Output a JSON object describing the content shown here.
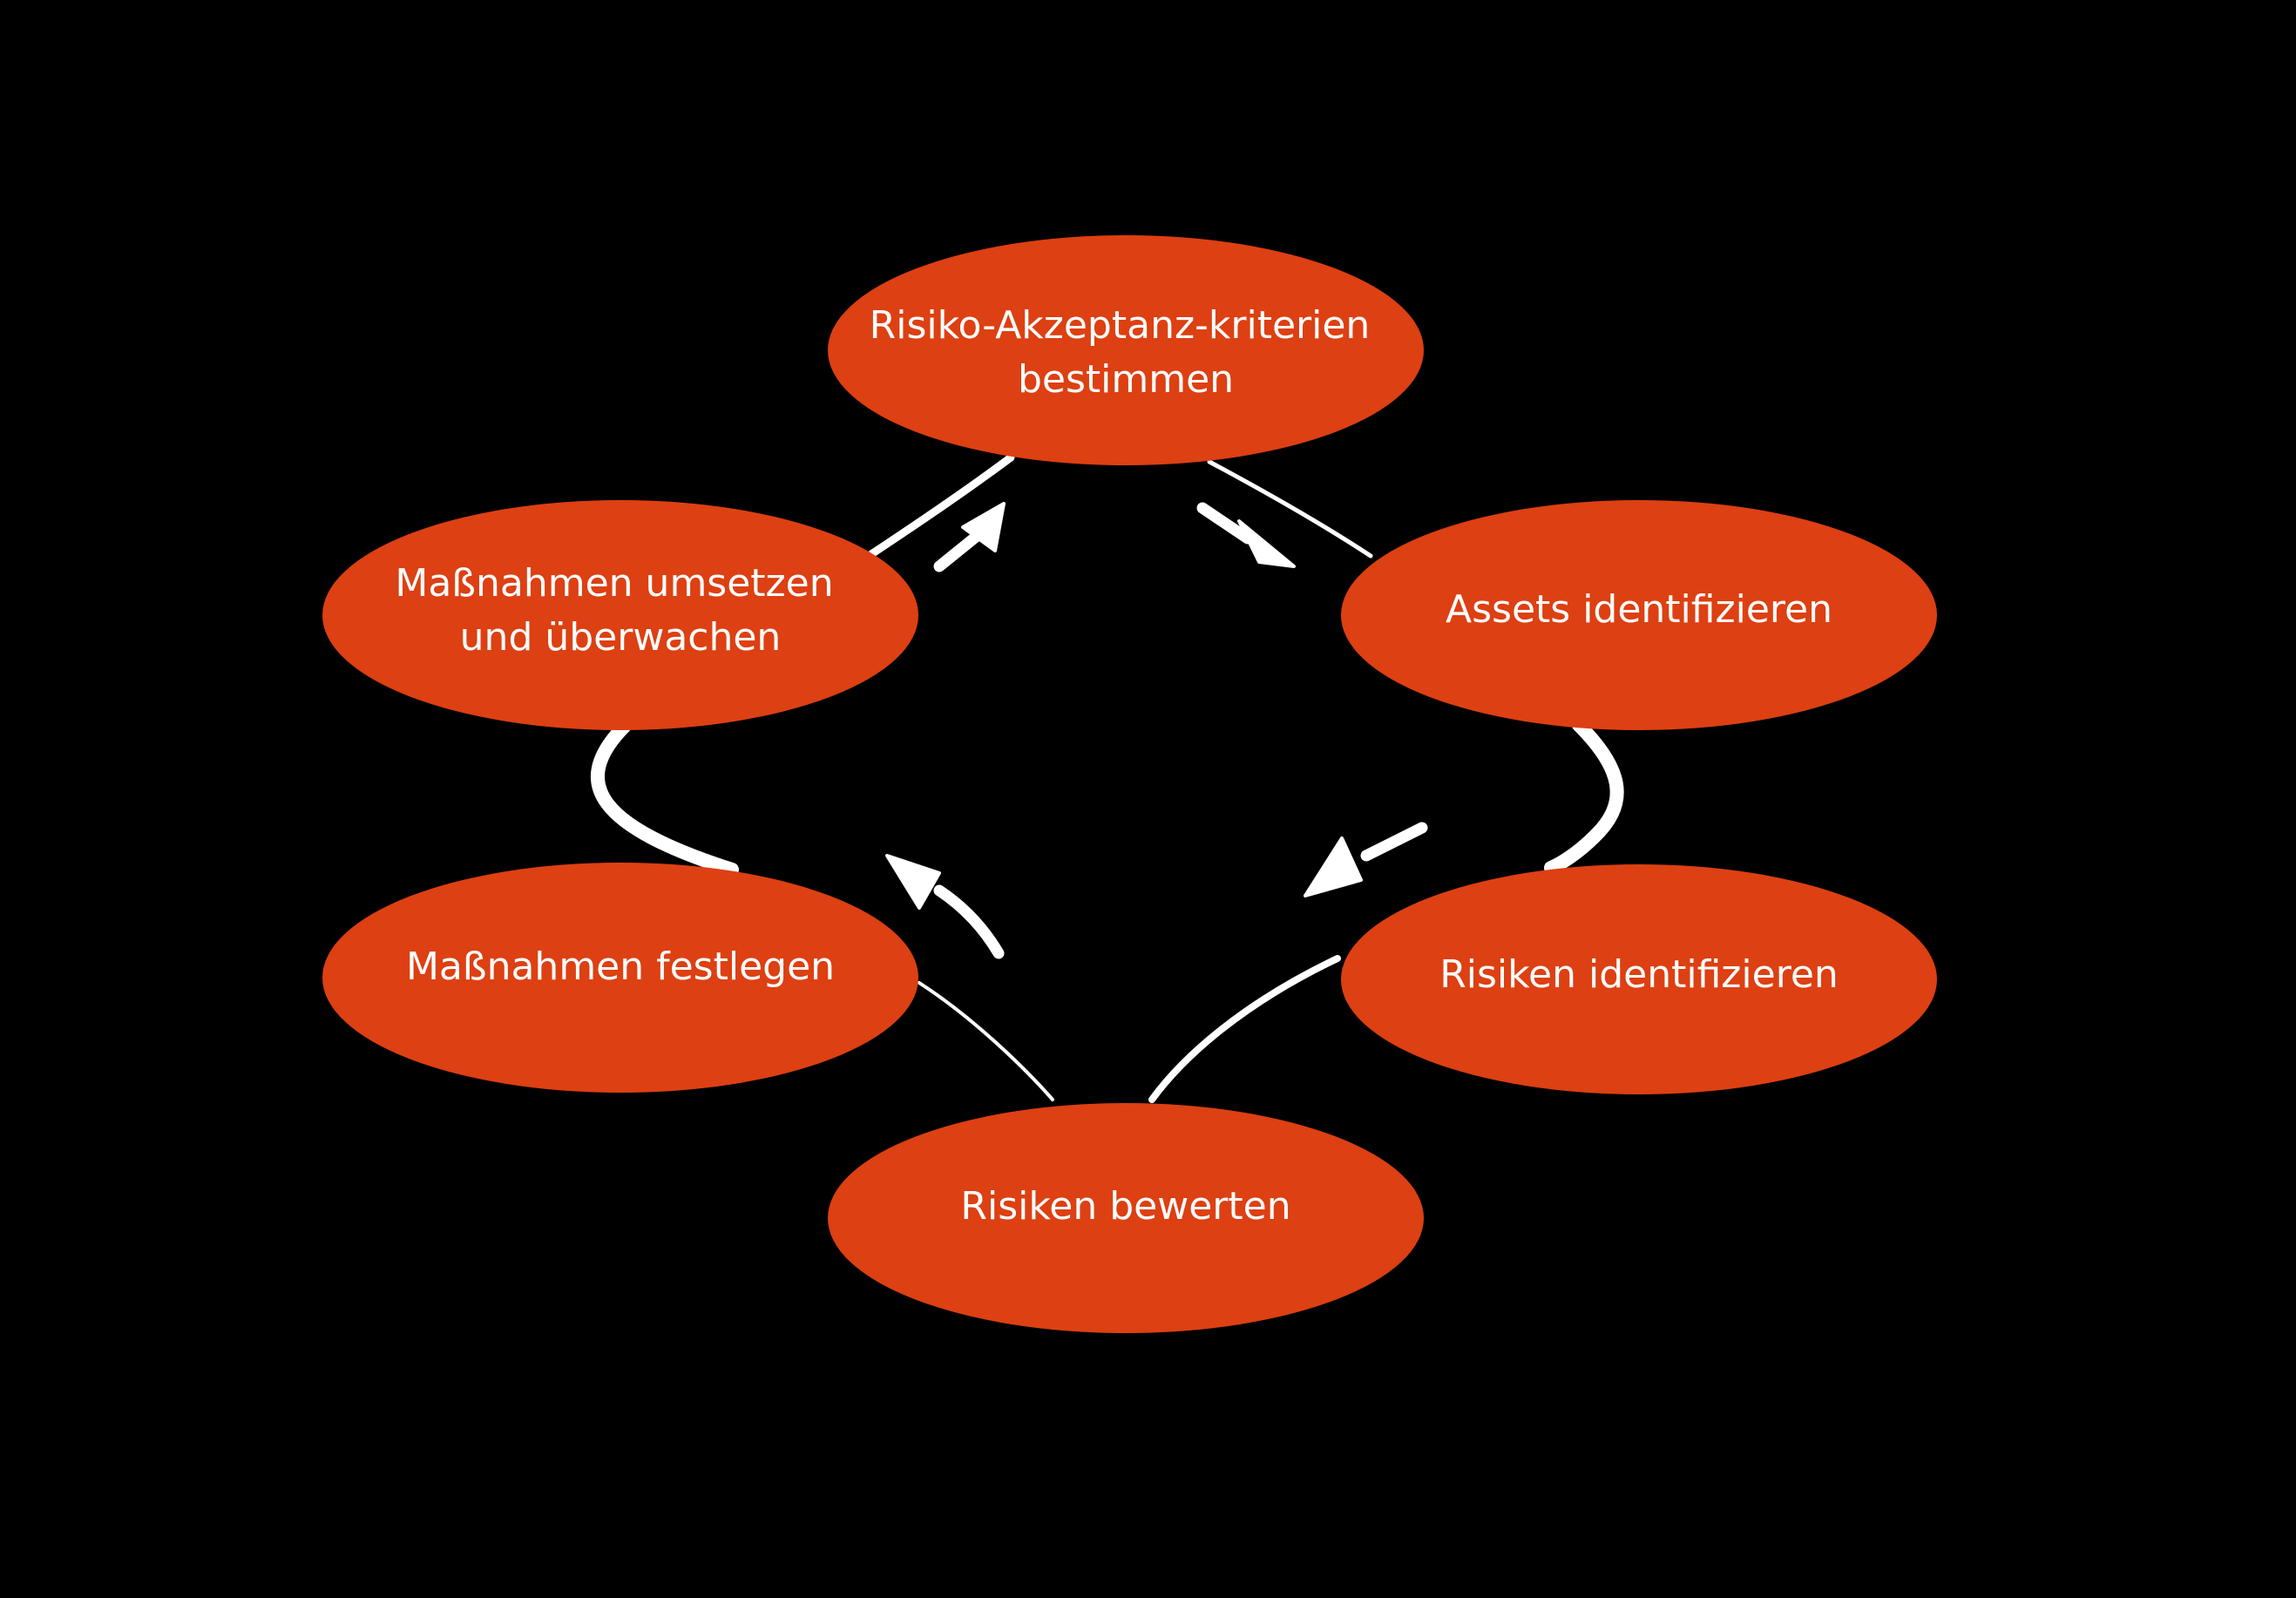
{
  "diagram": {
    "type": "cycle",
    "colors": {
      "background": "#000000",
      "node_fill": "#dd4012",
      "node_text": "#ffffff",
      "connector": "#ffffff"
    },
    "nodes": [
      {
        "id": "criteria",
        "lines": [
          "Risiko-Akzeptanz-kriterien",
          "bestimmen"
        ]
      },
      {
        "id": "assets",
        "lines": [
          "Assets identifizieren"
        ]
      },
      {
        "id": "identify-risks",
        "lines": [
          "Risiken identifizieren"
        ]
      },
      {
        "id": "assess-risks",
        "lines": [
          "Risiken bewerten"
        ]
      },
      {
        "id": "define-measures",
        "lines": [
          "Maßnahmen festlegen"
        ]
      },
      {
        "id": "implement-measures",
        "lines": [
          "Maßnahmen umsetzen",
          "und überwachen"
        ]
      }
    ],
    "flow": [
      [
        "criteria",
        "assets"
      ],
      [
        "assets",
        "identify-risks"
      ],
      [
        "identify-risks",
        "assess-risks"
      ],
      [
        "assess-risks",
        "define-measures"
      ],
      [
        "define-measures",
        "implement-measures"
      ],
      [
        "implement-measures",
        "criteria"
      ]
    ]
  }
}
